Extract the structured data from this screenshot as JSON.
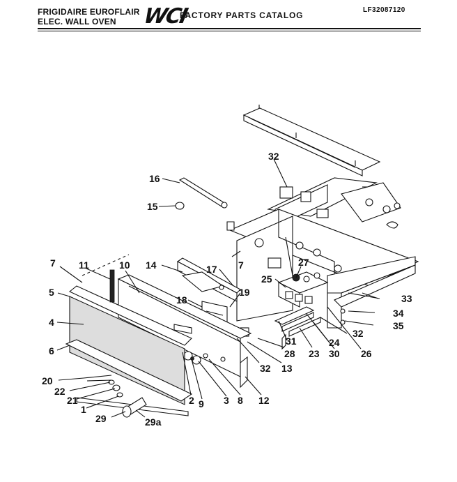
{
  "header": {
    "brand_line_1": "FRIGIDAIRE EUROFLAIR",
    "brand_line_2": "ELEC. WALL OVEN",
    "logo": "WCI",
    "title": "FACTORY PARTS CATALOG",
    "catalog_code": "LF32087120"
  },
  "callouts": [
    {
      "id": "16",
      "text": "16"
    },
    {
      "id": "15",
      "text": "15"
    },
    {
      "id": "32a",
      "text": "32"
    },
    {
      "id": "14",
      "text": "14"
    },
    {
      "id": "17",
      "text": "17"
    },
    {
      "id": "7b",
      "text": "7"
    },
    {
      "id": "27",
      "text": "27"
    },
    {
      "id": "25",
      "text": "25"
    },
    {
      "id": "19",
      "text": "19"
    },
    {
      "id": "18",
      "text": "18"
    },
    {
      "id": "33",
      "text": "33"
    },
    {
      "id": "34",
      "text": "34"
    },
    {
      "id": "35",
      "text": "35"
    },
    {
      "id": "32b",
      "text": "32"
    },
    {
      "id": "24",
      "text": "24"
    },
    {
      "id": "26",
      "text": "26"
    },
    {
      "id": "31",
      "text": "31"
    },
    {
      "id": "23",
      "text": "23"
    },
    {
      "id": "30",
      "text": "30"
    },
    {
      "id": "28",
      "text": "28"
    },
    {
      "id": "13",
      "text": "13"
    },
    {
      "id": "32c",
      "text": "32"
    },
    {
      "id": "7a",
      "text": "7"
    },
    {
      "id": "11",
      "text": "11"
    },
    {
      "id": "10",
      "text": "10"
    },
    {
      "id": "5",
      "text": "5"
    },
    {
      "id": "4",
      "text": "4"
    },
    {
      "id": "6",
      "text": "6"
    },
    {
      "id": "20",
      "text": "20"
    },
    {
      "id": "22",
      "text": "22"
    },
    {
      "id": "21",
      "text": "21"
    },
    {
      "id": "1",
      "text": "1"
    },
    {
      "id": "29a",
      "text": "29"
    },
    {
      "id": "29b",
      "text": "29a"
    },
    {
      "id": "2",
      "text": "2"
    },
    {
      "id": "9",
      "text": "9"
    },
    {
      "id": "3",
      "text": "3"
    },
    {
      "id": "8",
      "text": "8"
    },
    {
      "id": "12",
      "text": "12"
    }
  ]
}
